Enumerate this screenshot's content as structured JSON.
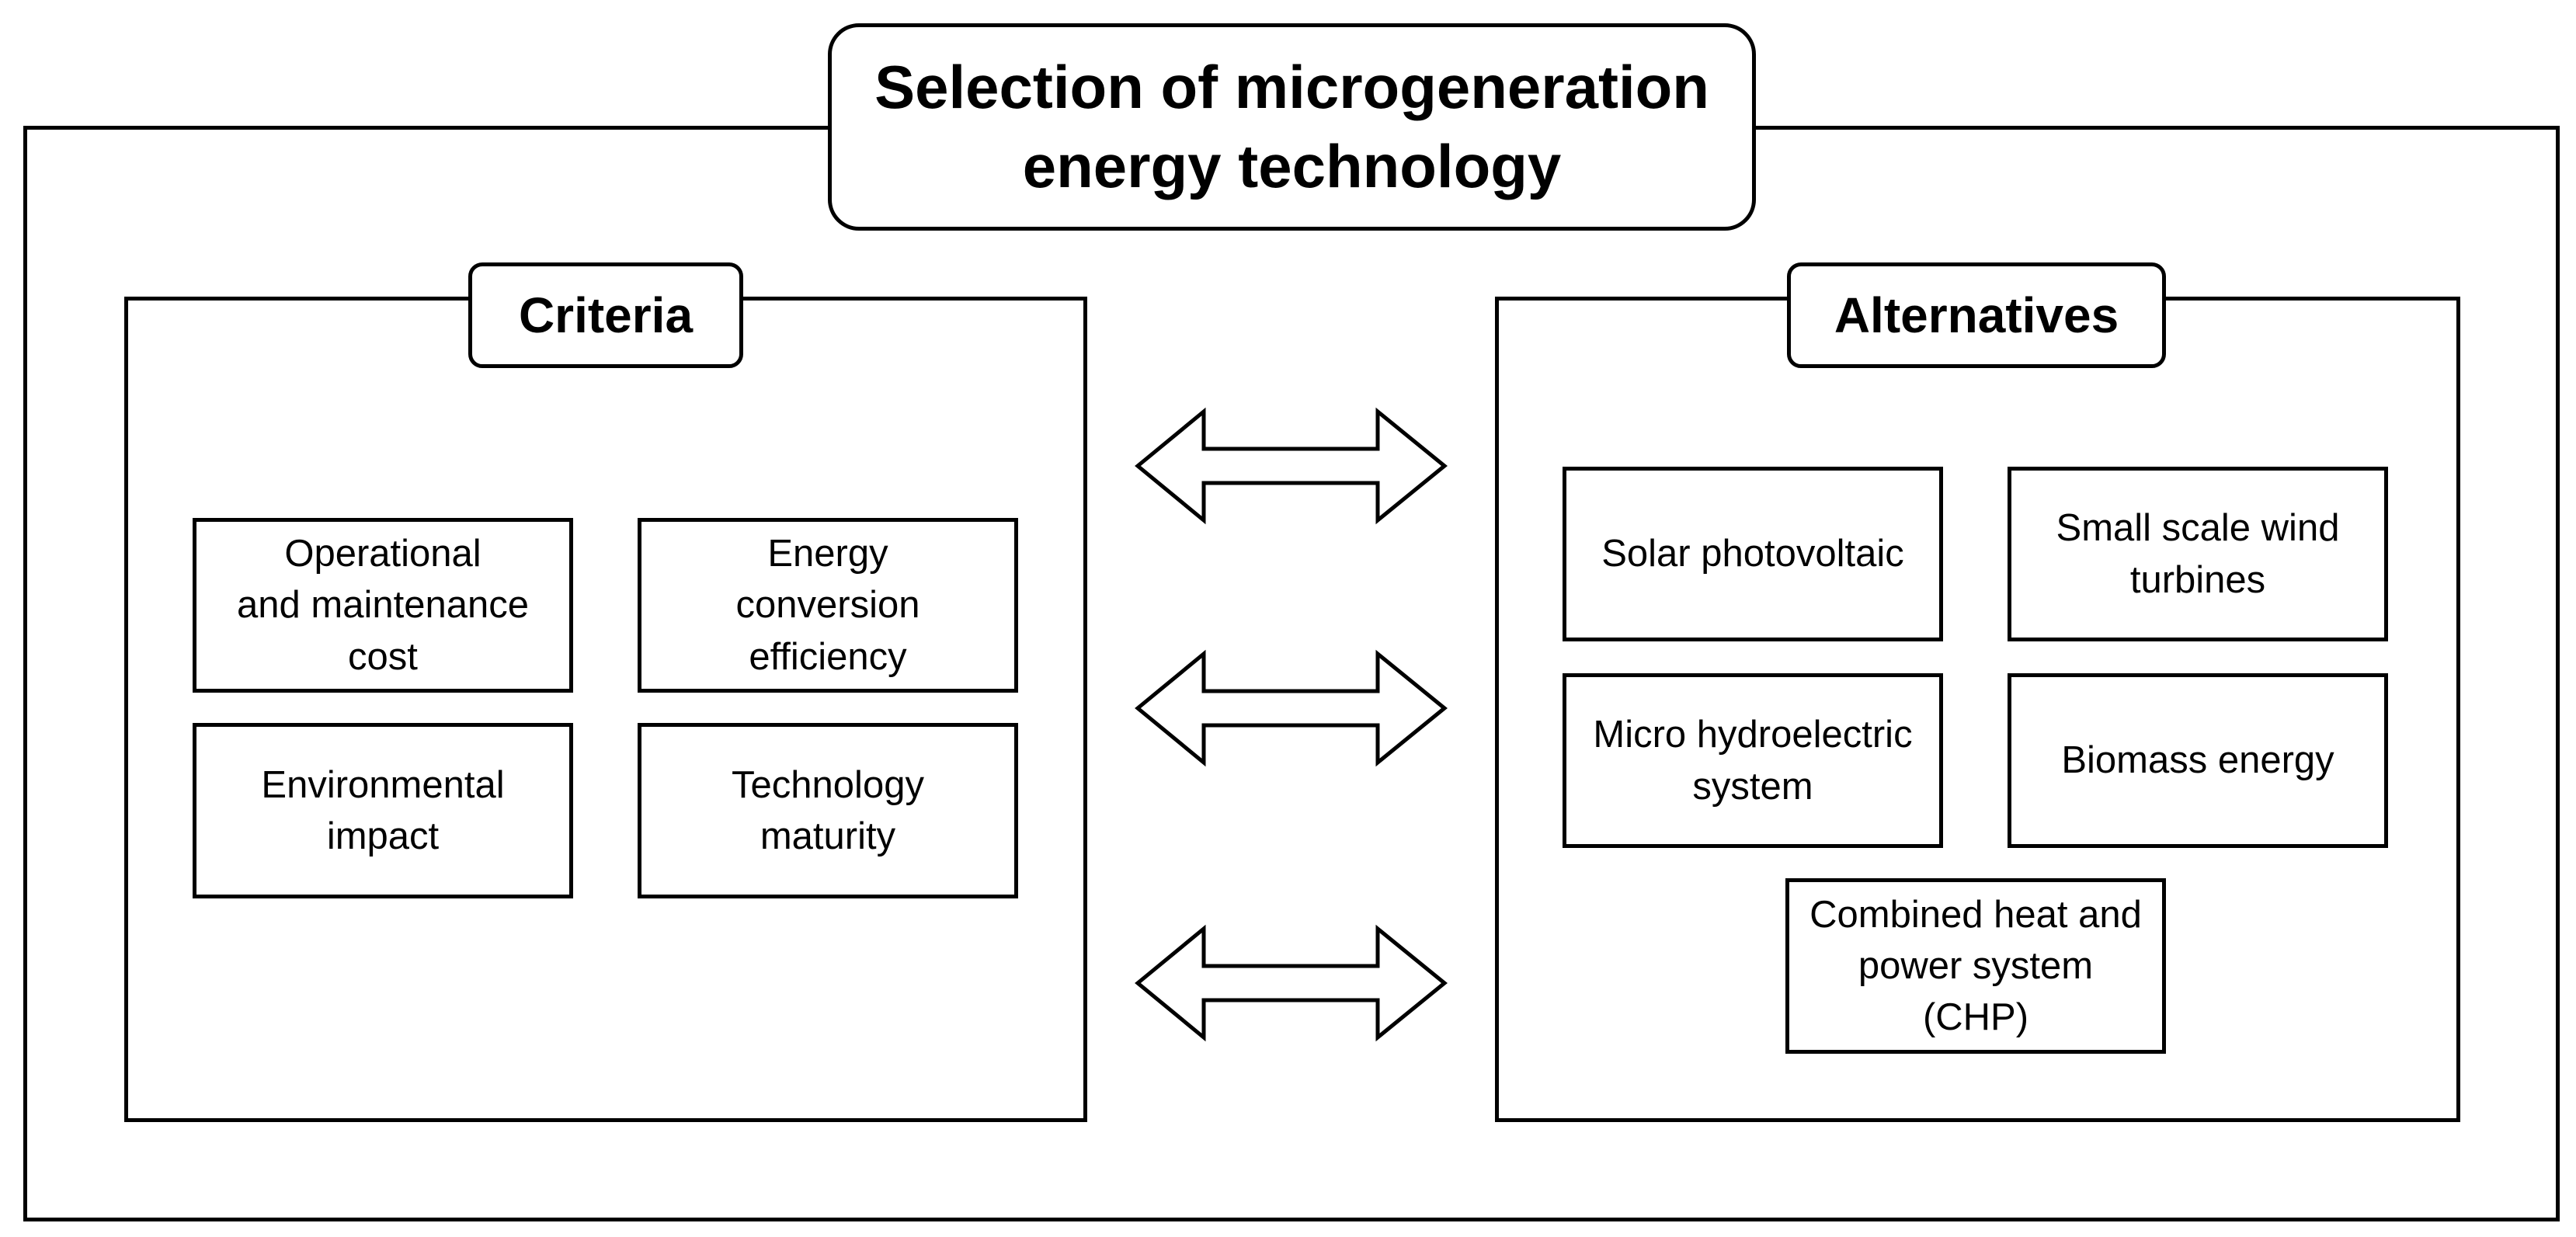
{
  "title": {
    "line1": "Selection of microgeneration",
    "line2": "energy technology"
  },
  "criteria": {
    "heading": "Criteria",
    "items": [
      {
        "lines": [
          "Operational",
          "and maintenance",
          "cost"
        ]
      },
      {
        "lines": [
          "Energy",
          "conversion",
          "efficiency"
        ]
      },
      {
        "lines": [
          "Environmental",
          "impact"
        ]
      },
      {
        "lines": [
          "Technology",
          "maturity"
        ]
      }
    ]
  },
  "alternatives": {
    "heading": "Alternatives",
    "items": [
      {
        "lines": [
          "Solar photovoltaic"
        ]
      },
      {
        "lines": [
          "Small scale wind",
          "turbines"
        ]
      },
      {
        "lines": [
          "Micro hydroelectric",
          "system"
        ]
      },
      {
        "lines": [
          "Biomass energy"
        ]
      },
      {
        "lines": [
          "Combined heat and",
          "power system",
          "(CHP)"
        ]
      }
    ]
  },
  "connectors": {
    "count": 3,
    "kind": "double-headed-arrow"
  }
}
